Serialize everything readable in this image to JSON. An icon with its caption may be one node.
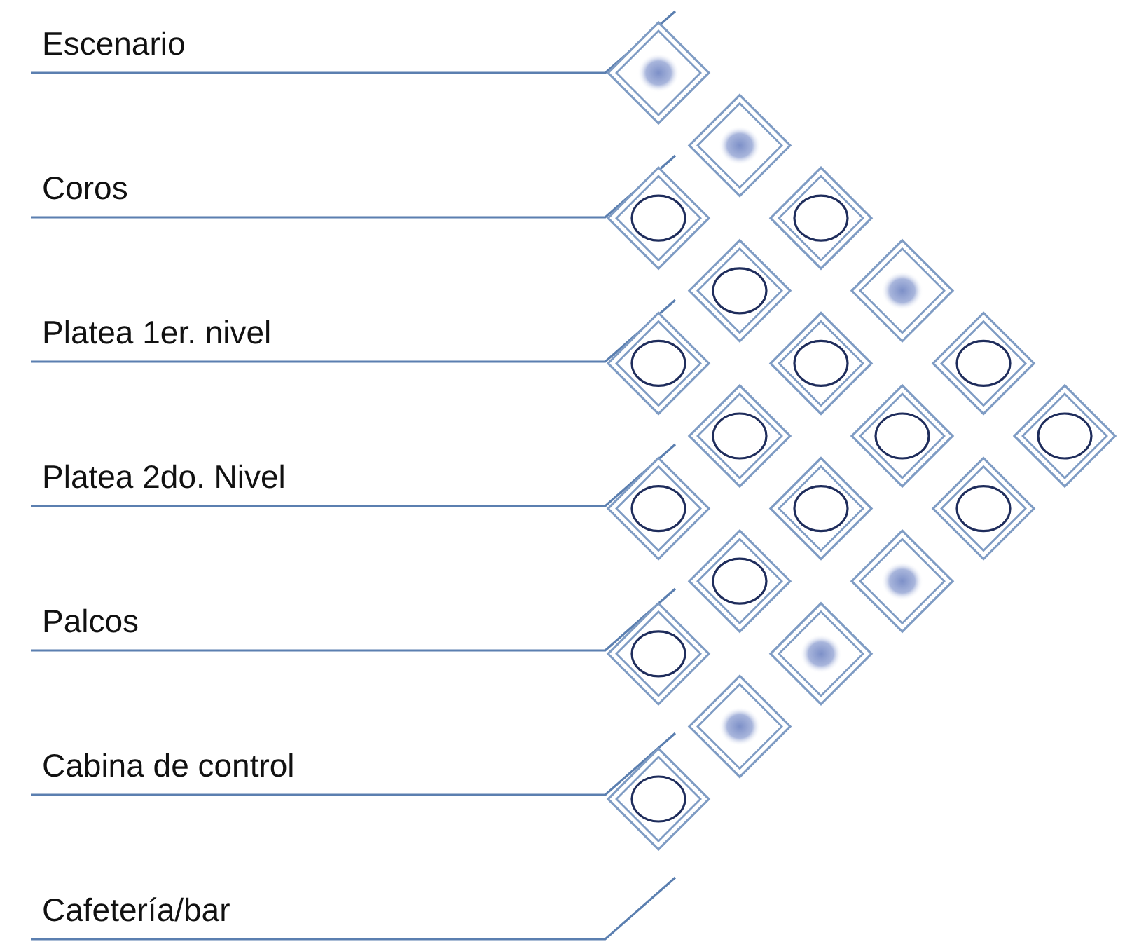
{
  "diagram": {
    "labels": [
      "Escenario",
      "Coros",
      "Platea 1er. nivel",
      "Platea 2do. Nivel",
      "Palcos",
      "Cabina de control",
      "Cafetería/bar"
    ]
  }
}
